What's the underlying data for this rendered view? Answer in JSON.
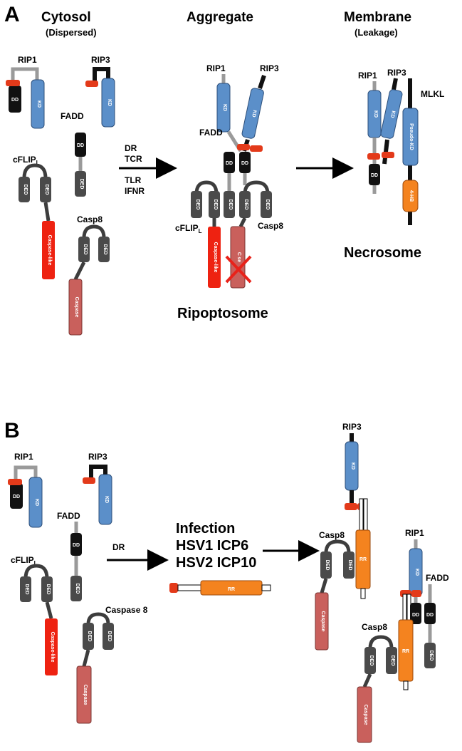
{
  "panel_a": {
    "letter": "A",
    "headers": {
      "cytosol": "Cytosol",
      "cytosol_sub": "(Dispersed)",
      "aggregate": "Aggregate",
      "membrane": "Membrane",
      "membrane_sub": "(Leakage)"
    },
    "proteins": {
      "rip1": "RIP1",
      "rip3": "RIP3",
      "fadd": "FADD",
      "cflip": "cFLIP",
      "cflip_sub": "L",
      "casp8": "Casp8",
      "mlkl": "MLKL"
    },
    "stimuli": [
      "DR",
      "TCR",
      "TLR",
      "IFNR"
    ],
    "complexes": {
      "ripoptosome": "Ripoptosome",
      "necrosome": "Necrosome"
    }
  },
  "panel_b": {
    "letter": "B",
    "proteins": {
      "rip1": "RIP1",
      "rip3": "RIP3",
      "fadd": "FADD",
      "cflip": "cFLIP",
      "cflip_sub": "L",
      "caspase8": "Caspase 8",
      "casp8": "Casp8"
    },
    "stimulus": "DR",
    "infection": [
      "Infection",
      "HSV1 ICP6",
      "HSV2 ICP10"
    ]
  },
  "domains": {
    "dd": "DD",
    "kd": "KD",
    "ded": "DED",
    "caspase": "Caspase",
    "caspase_like": "Caspase-like",
    "pseudo_kd": "Pseudo-KD",
    "four_hb": "4-HB",
    "rr": "RR",
    "cspse_partial": "C se"
  },
  "colors": {
    "dd": "#111111",
    "kd": "#5b8fc9",
    "ded": "#4a4a4a",
    "caspase": "#c9605c",
    "caspase_like": "#ee2211",
    "rhim": "#e33a1a",
    "rr": "#f4831f",
    "linker_gray": "#9a9a9a",
    "linker_dark": "#3d3d3d",
    "cross": "#e8221a"
  }
}
